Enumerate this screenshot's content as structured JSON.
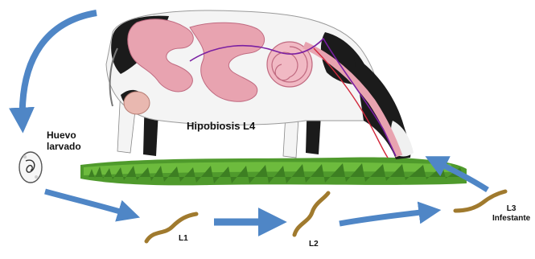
{
  "labels": {
    "egg_line1": "Huevo",
    "egg_line2": "larvado",
    "hypobiosis": "Hipobiosis L4",
    "l1": "L1",
    "l2": "L2",
    "l3_line1": "L3",
    "l3_line2": "Infestante"
  },
  "colors": {
    "arrow": "#4f86c6",
    "grass": "#4f9a2c",
    "intestine": "#e8a3b0",
    "larva": "#a07a2e",
    "cow_black": "#1b1b1b",
    "cow_white": "#f4f4f4",
    "migration_line": "#7a1fa2"
  }
}
